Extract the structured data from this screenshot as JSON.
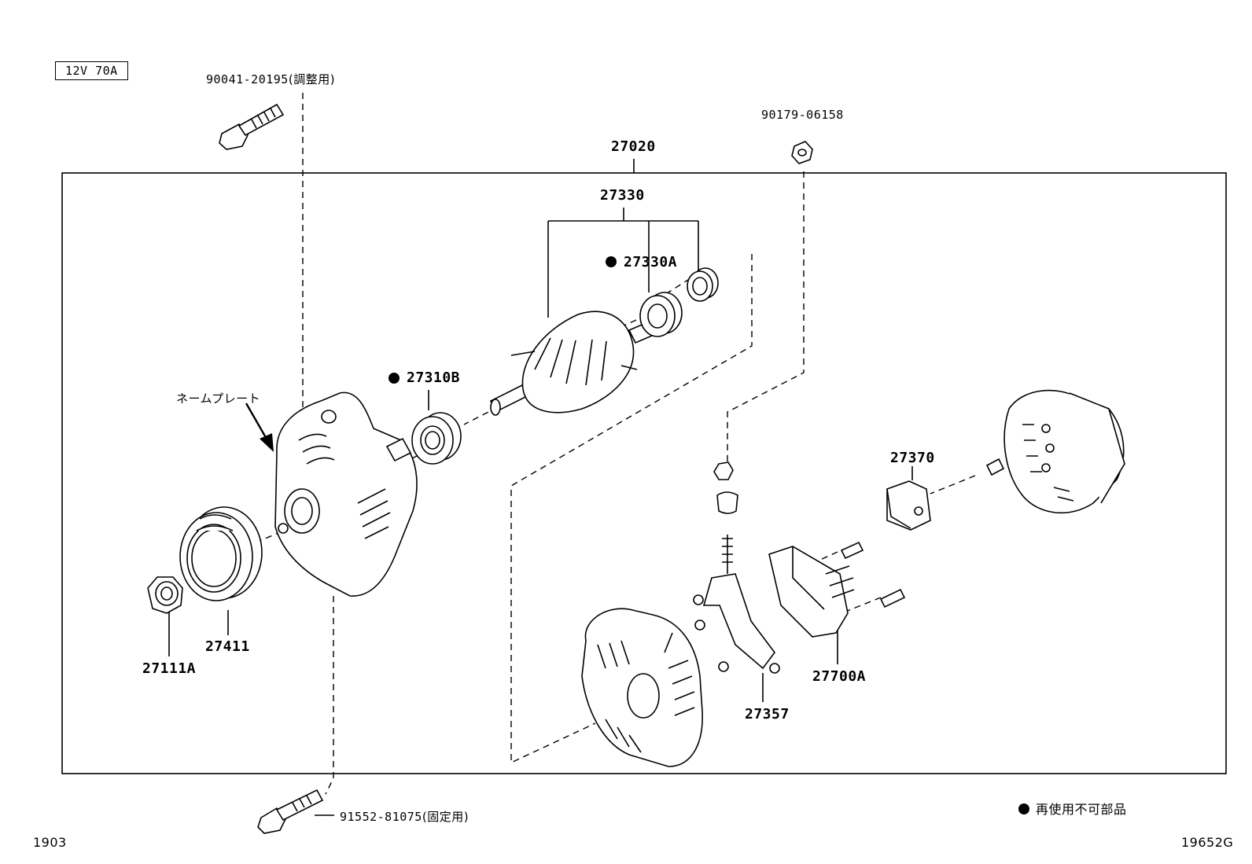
{
  "spec_label": "12V 70A",
  "parts": {
    "bolt_adjust": {
      "number": "90041-20195",
      "note": "(調整用)"
    },
    "bolt_fix": {
      "number": "91552-81075",
      "note": "(固定用)"
    },
    "nut_top": "90179-06158",
    "assembly": "27020",
    "rotor": "27330",
    "bearing_rear": "27330A",
    "bearing_front": "27310B",
    "nameplate": "ネームプレート",
    "regulator_holder": "27370",
    "nut_pulley": "27111A",
    "pulley": "27411",
    "rectifier_terminal": "27357",
    "regulator": "27700A"
  },
  "legend": {
    "text": "再使用不可部品"
  },
  "footer": {
    "left": "1903",
    "right": "19652G"
  }
}
